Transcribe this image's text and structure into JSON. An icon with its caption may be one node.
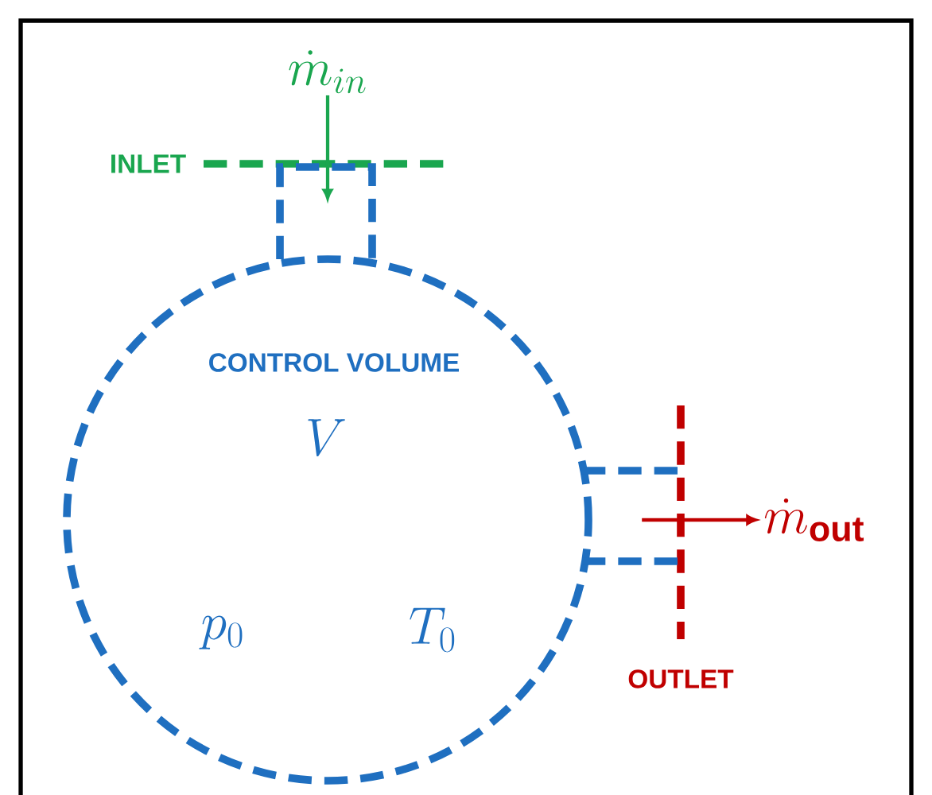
{
  "diagram": {
    "nodes": [
      {
        "text": [
          "CONTROL VOLUME",
          "V",
          "p_0",
          "T_0"
        ]
      },
      {
        "text": [
          "\\dot{m}_{in}"
        ]
      },
      {
        "text": [
          "\\dot{m}_{\\mathbf{out}}"
        ]
      }
    ],
    "edges": [
      {
        "from": 1,
        "to": 0,
        "arrow": "to",
        "color": "#1aa64f"
      },
      {
        "from": 0,
        "to": 2,
        "arrow": "to",
        "color": "#c00000"
      }
    ],
    "labels": [
      "INLET",
      "OUTLET"
    ]
  }
}
